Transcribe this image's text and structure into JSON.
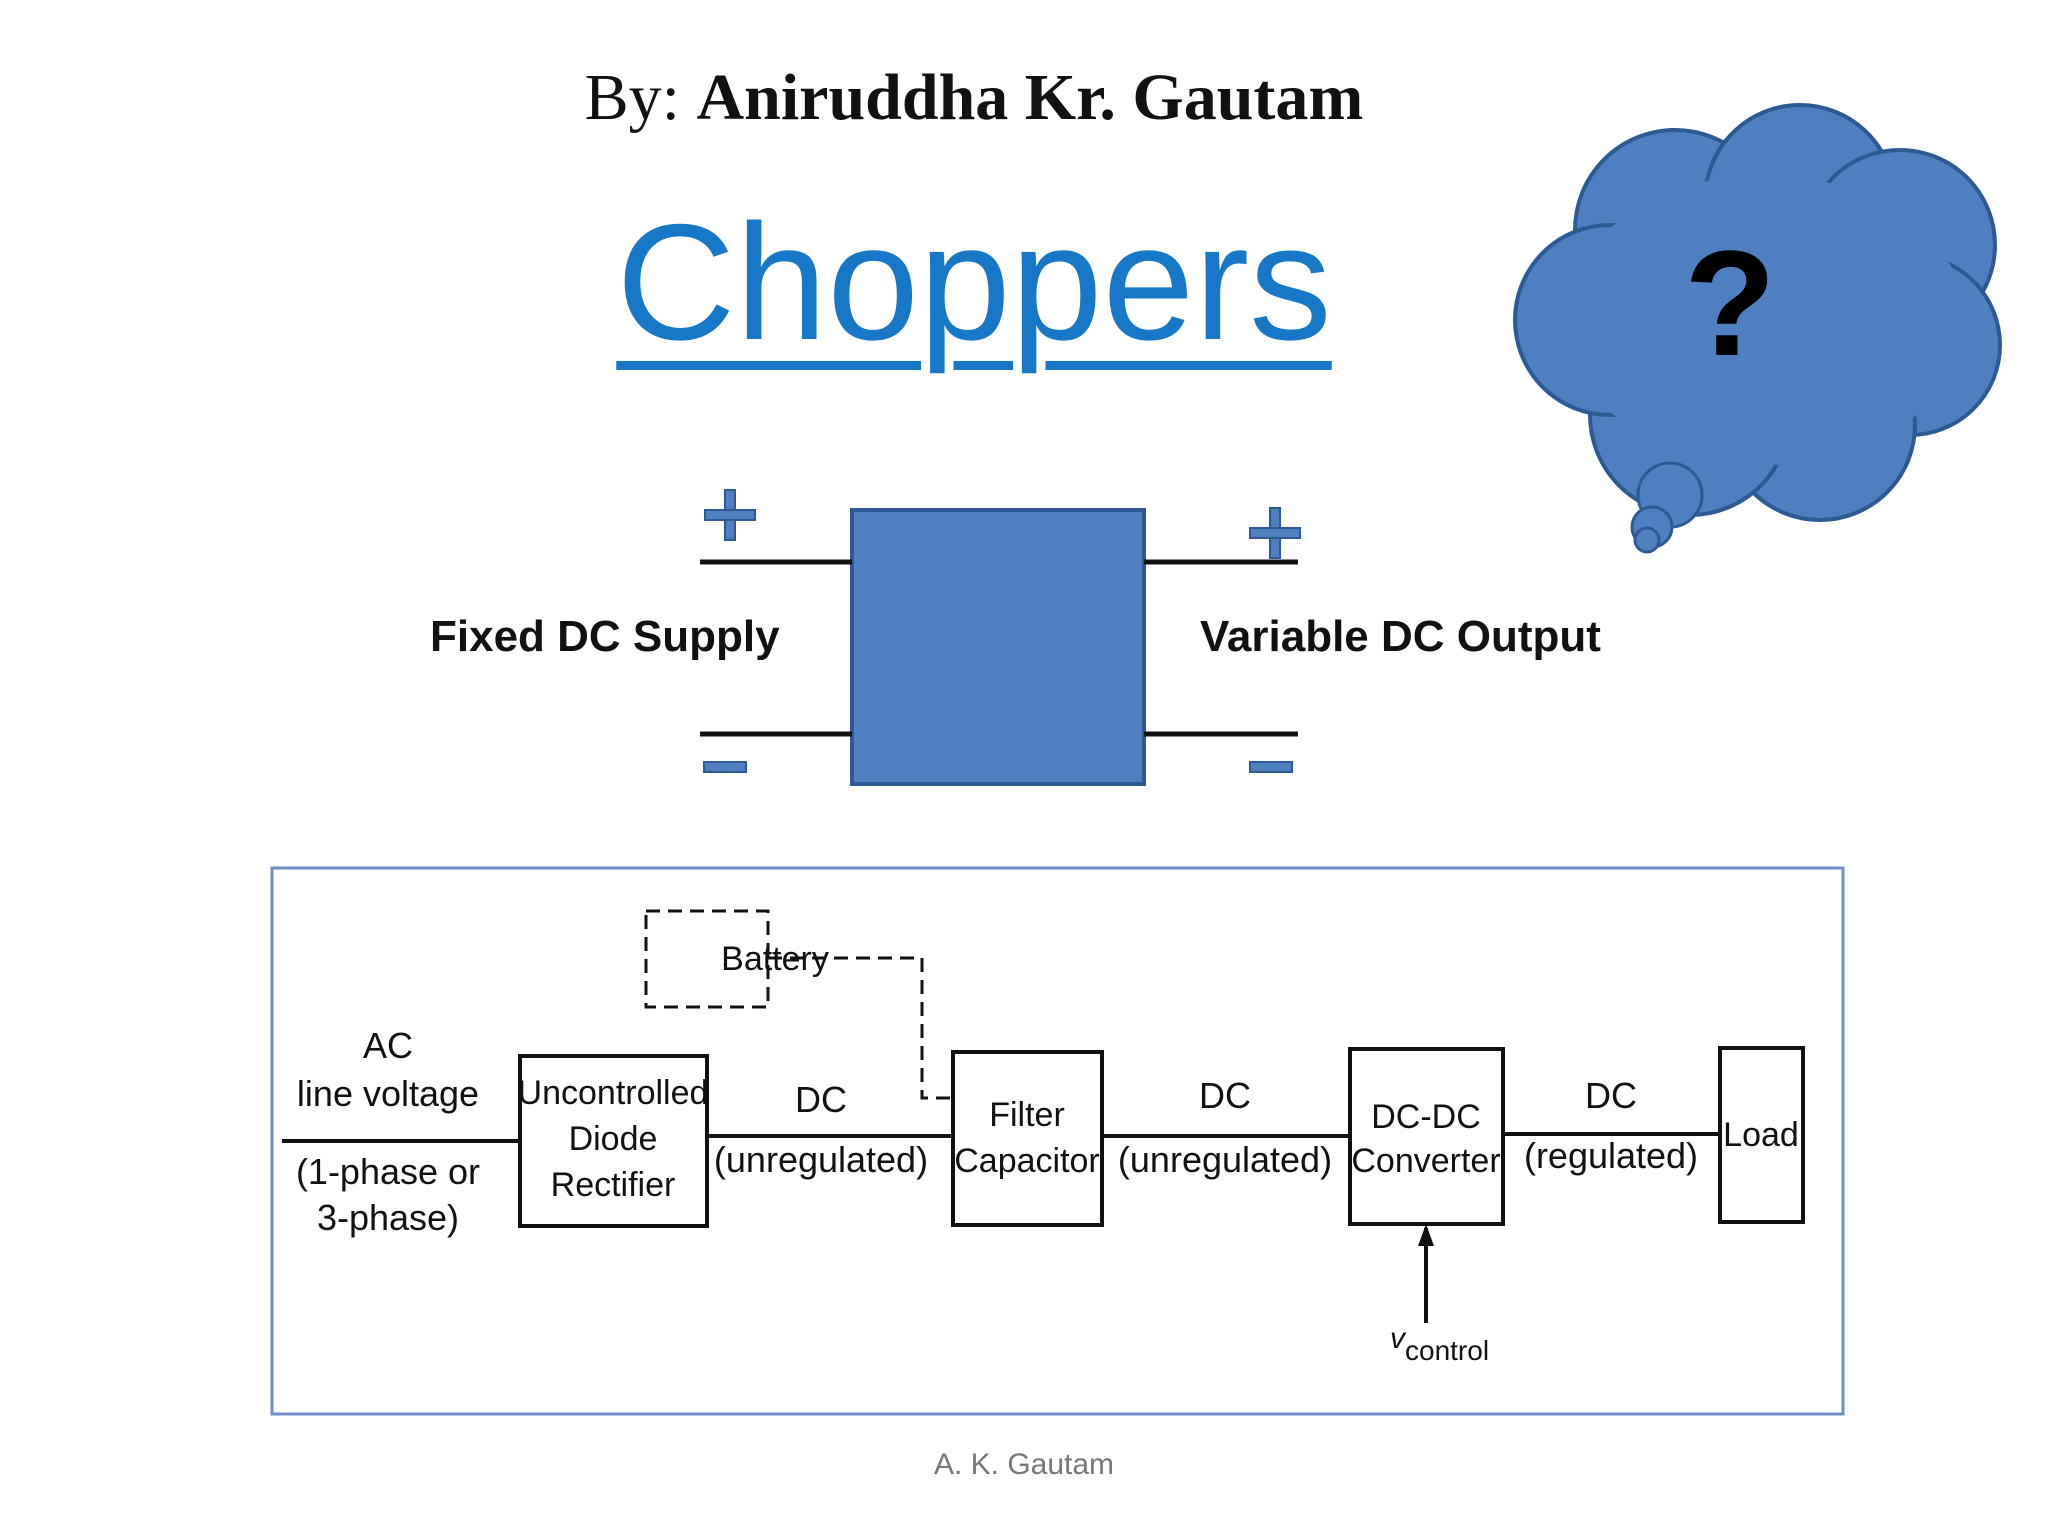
{
  "header": {
    "by_label": "By:",
    "author": "Aniruddha Kr. Gautam"
  },
  "title": "Choppers",
  "thought_bubble": {
    "symbol": "?",
    "color": "#4f7fc0"
  },
  "chopper_block": {
    "input_label": "Fixed DC Supply",
    "output_label": "Variable DC Output",
    "plus_symbol": "+",
    "minus_symbol": "−",
    "block_color": "#4f7fc0"
  },
  "block_diagram": {
    "battery": "Battery",
    "input": {
      "line1": "AC",
      "line2": "line voltage",
      "line3": "(1-phase or",
      "line4": "3-phase)"
    },
    "rectifier": {
      "line1": "Uncontrolled",
      "line2": "Diode",
      "line3": "Rectifier"
    },
    "link1": {
      "line1": "DC",
      "line2": "(unregulated)"
    },
    "filter": {
      "line1": "Filter",
      "line2": "Capacitor"
    },
    "link2": {
      "line1": "DC",
      "line2": "(unregulated)"
    },
    "converter": {
      "line1": "DC-DC",
      "line2": "Converter"
    },
    "link3": {
      "line1": "DC",
      "line2": "(regulated)"
    },
    "load": "Load",
    "control": {
      "symbol": "v",
      "subscript": "control"
    }
  },
  "footer": "A. K. Gautam"
}
